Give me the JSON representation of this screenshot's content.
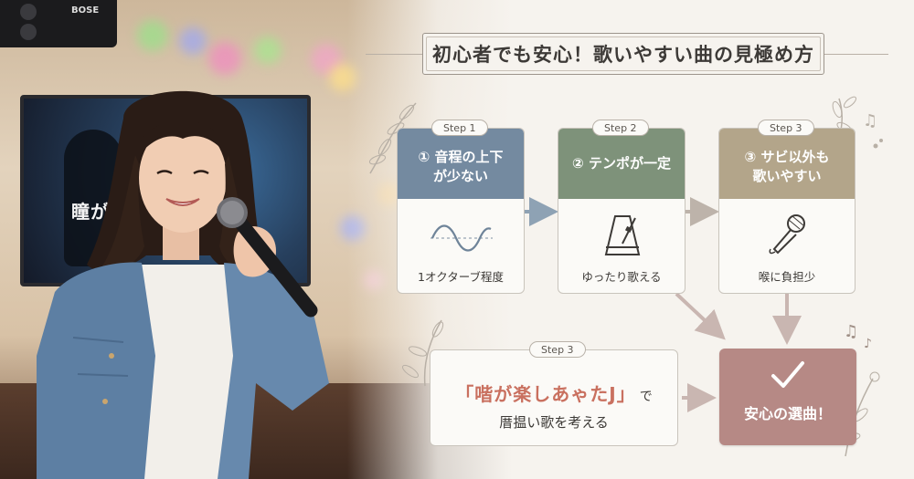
{
  "photo": {
    "speaker_brand": "BOSE",
    "tv_lyric": "瞳が"
  },
  "title": "初心者でも安心！歌いやすい曲の見極め方",
  "steps": [
    {
      "badge": "Step 1",
      "heading_line1": "① 音程の上下",
      "heading_line2": "が少ない",
      "icon": "sine-wave-icon",
      "caption": "1オクターブ程度",
      "color": "#748aa0"
    },
    {
      "badge": "Step 2",
      "heading_line1": "② テンポが一定",
      "heading_line2": "",
      "icon": "metronome-icon",
      "caption": "ゆったり歌える",
      "color": "#7e927a"
    },
    {
      "badge": "Step 3",
      "heading_line1": "③ サビ以外も",
      "heading_line2": "歌いやすい",
      "icon": "microphone-icon",
      "caption": "喉に負担少",
      "color": "#b3a58a"
    }
  ],
  "step4": {
    "badge": "Step 3",
    "quote": "「喈が楽しあゃたJ」",
    "quote_suffix": "で",
    "line2": "厝揾い歌を考える"
  },
  "result": {
    "icon": "checkmark-icon",
    "label": "安心の選曲！",
    "color": "#b68985"
  },
  "colors": {
    "arrow": "#8ea2b4",
    "arrow_soft": "#c9b6b1",
    "accent_text": "#c9705f"
  }
}
